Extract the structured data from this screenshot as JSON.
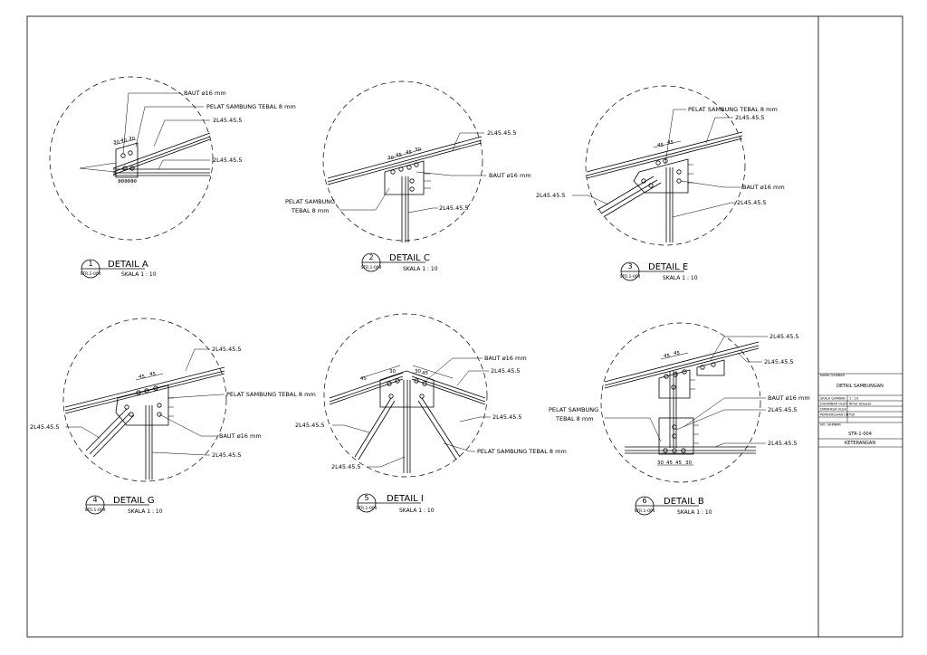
{
  "title_block": {
    "header_label": "NAMA GAMBAR",
    "drawing_title": "DETAIL SAMBUNGAN",
    "rows": [
      {
        "label": "SKALA GAMBAR",
        "value": "1 : 10"
      },
      {
        "label": "DIGAMBAR OLEH",
        "value": "Rifrat Hidayat"
      },
      {
        "label": "DIPERIKSA OLEH",
        "value": ""
      },
      {
        "label": "PEMERIKSAAN UNTUK",
        "value": ""
      }
    ],
    "sheet_no_label": "NO. GAMBAR",
    "sheet_no": "STR-1-004",
    "remarks": "KETERANGAN"
  },
  "details": [
    {
      "number": "1",
      "ref": "STR.1-004",
      "title": "DETAIL A",
      "scale": "SKALA 1 : 10",
      "labels": [
        "BAUT ø16 mm",
        "PELAT SAMBUNG TEBAL 8 mm",
        "2L45.45.5",
        "2L45.45.5"
      ],
      "dims": [
        "30",
        "40",
        "30",
        "30",
        "30",
        "30"
      ]
    },
    {
      "number": "2",
      "ref": "STR.1-004",
      "title": "DETAIL C",
      "scale": "SKALA 1 : 10",
      "labels": [
        "2L45.45.5",
        "BAUT ø16 mm",
        "PELAT SAMBUNG",
        "TEBAL 8 mm",
        "2L45.45.5"
      ],
      "dims": [
        "30",
        "45",
        "45",
        "30"
      ]
    },
    {
      "number": "3",
      "ref": "STR.1-004",
      "title": "DETAIL E",
      "scale": "SKALA 1 : 10",
      "labels": [
        "PELAT SAMBUNG TEBAL 8 mm",
        "2L45.45.5",
        "2L45.45.5",
        "BAUT ø16 mm",
        "2L45.45.5"
      ],
      "dims": [
        "45",
        "45"
      ]
    },
    {
      "number": "4",
      "ref": "STR.1-004",
      "title": "DETAIL G",
      "scale": "SKALA 1 : 10",
      "labels": [
        "2L45.45.5",
        "PELAT SAMBUNG TEBAL 8 mm",
        "2L45.45.5",
        "BAUT ø16 mm",
        "2L45.45.5"
      ],
      "dims": [
        "45",
        "45"
      ]
    },
    {
      "number": "5",
      "ref": "STR.1-004",
      "title": "DETAIL I",
      "scale": "SKALA 1 : 10",
      "labels": [
        "BAUT ø16 mm",
        "2L45.45.5",
        "2L45.45.5",
        "2L45.45.5",
        "PELAT SAMBUNG TEBAL 8 mm",
        "2L45.45.5"
      ],
      "dims": [
        "45",
        "30",
        "30",
        "45"
      ]
    },
    {
      "number": "6",
      "ref": "STR.1-004",
      "title": "DETAIL B",
      "scale": "SKALA 1 : 10",
      "labels": [
        "2L45.45.5",
        "2L45.45.5",
        "BAUT ø16 mm",
        "PELAT SAMBUNG",
        "TEBAL 8 mm",
        "2L45.45.5",
        "2L45.45.5"
      ],
      "dims": [
        "45",
        "45",
        "30",
        "45",
        "45",
        "30"
      ]
    }
  ]
}
